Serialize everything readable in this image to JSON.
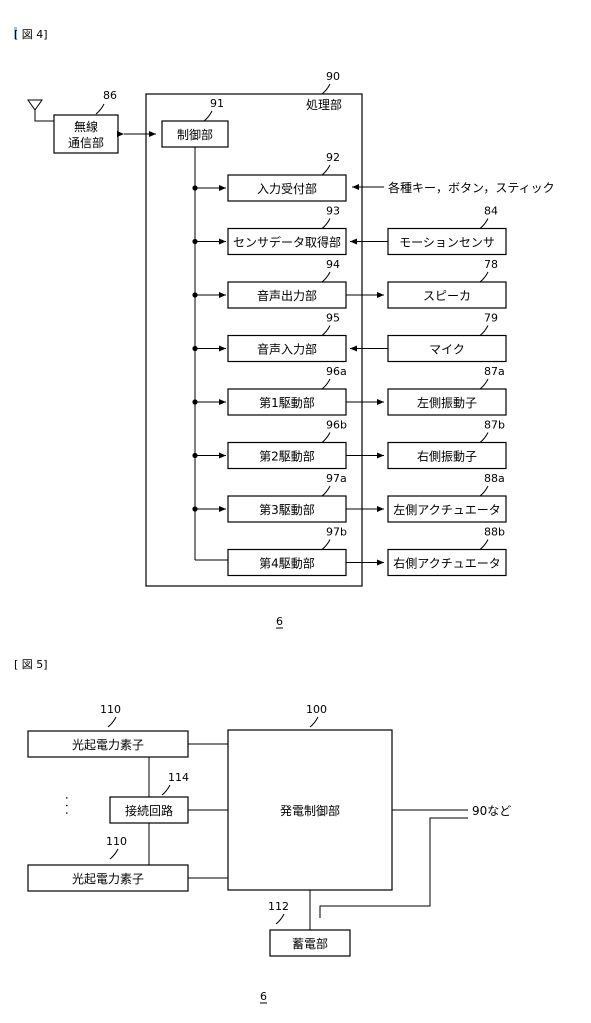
{
  "figure4": {
    "heading": "[ 図 4]",
    "antenna_ref": "86",
    "wireless_line1": "無線",
    "wireless_line2": "通信部",
    "processing_ref": "90",
    "processing_label": "処理部",
    "control_ref": "91",
    "control_label": "制御部",
    "blocks": [
      {
        "ref": "92",
        "label": "入力受付部"
      },
      {
        "ref": "93",
        "label": "センサデータ取得部"
      },
      {
        "ref": "94",
        "label": "音声出力部"
      },
      {
        "ref": "95",
        "label": "音声入力部"
      },
      {
        "ref": "96a",
        "label": "第1駆動部"
      },
      {
        "ref": "96b",
        "label": "第2駆動部"
      },
      {
        "ref": "97a",
        "label": "第3駆動部"
      },
      {
        "ref": "97b",
        "label": "第4駆動部"
      }
    ],
    "input_note": "各種キー，ボタン，スティック",
    "devices": [
      {
        "ref": "84",
        "label": "モーションセンサ"
      },
      {
        "ref": "78",
        "label": "スピーカ"
      },
      {
        "ref": "79",
        "label": "マイク"
      },
      {
        "ref": "87a",
        "label": "左側振動子"
      },
      {
        "ref": "87b",
        "label": "右側振動子"
      },
      {
        "ref": "88a",
        "label": "左側アクチュエータ"
      },
      {
        "ref": "88b",
        "label": "右側アクチュエータ"
      }
    ],
    "device_ref": "6"
  },
  "figure5": {
    "heading": "[ 図 5]",
    "pv_ref_top": "110",
    "pv_label_top": "光起電力素子",
    "pv_ref_bottom": "110",
    "pv_label_bottom": "光起電力素子",
    "connection_ref": "114",
    "connection_label": "接続回路",
    "ellipsis": ". . .",
    "gen_ref": "100",
    "gen_label": "発電制御部",
    "storage_ref": "112",
    "storage_label": "蓄電部",
    "output_label": "90など",
    "device_ref": "6"
  }
}
